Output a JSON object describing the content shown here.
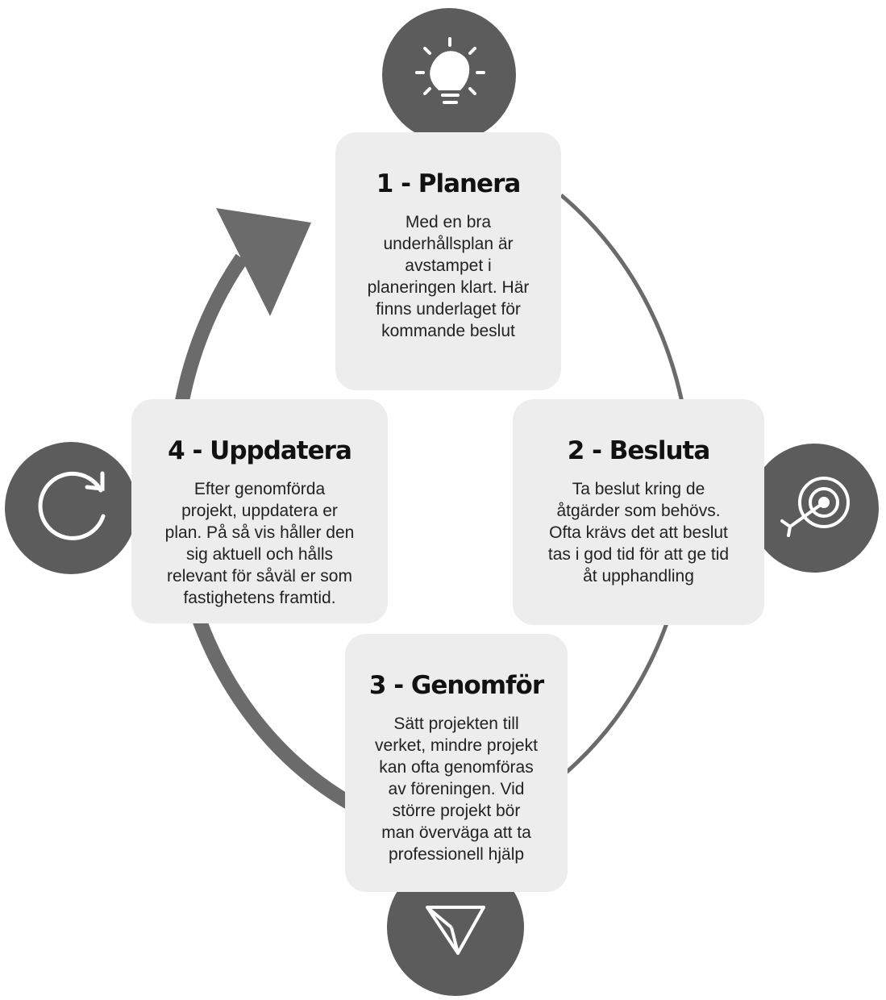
{
  "diagram": {
    "colors": {
      "ring": "#6b6b6b",
      "icon_circle": "#5c5c5c",
      "box": "#ededed",
      "icon_stroke": "#ffffff"
    },
    "steps": [
      {
        "title": "1 - Planera",
        "text": "Med en bra\nunderhållsplan är\navstampet i\nplaneringen klart. Här\nfinns underlaget för\nkommande beslut",
        "icon": "lightbulb-icon"
      },
      {
        "title": "2 - Besluta",
        "text": "Ta beslut kring de\nåtgärder som behövs.\nOfta krävs det att beslut\ntas i god tid för att ge tid\nåt upphandling",
        "icon": "target-icon"
      },
      {
        "title": "3 - Genomför",
        "text": "Sätt projekten till\nverket, mindre projekt\nkan ofta genomföras\nav föreningen. Vid\nstörre projekt bör\nman överväga att ta\nprofessionell hjälp",
        "icon": "send-icon"
      },
      {
        "title": "4 - Uppdatera",
        "text": "Efter genomförda\nprojekt, uppdatera er\nplan. På så vis håller den\nsig aktuell och hålls\nrelevant för såväl er som\nfastighetens framtid.",
        "icon": "refresh-icon"
      }
    ]
  }
}
